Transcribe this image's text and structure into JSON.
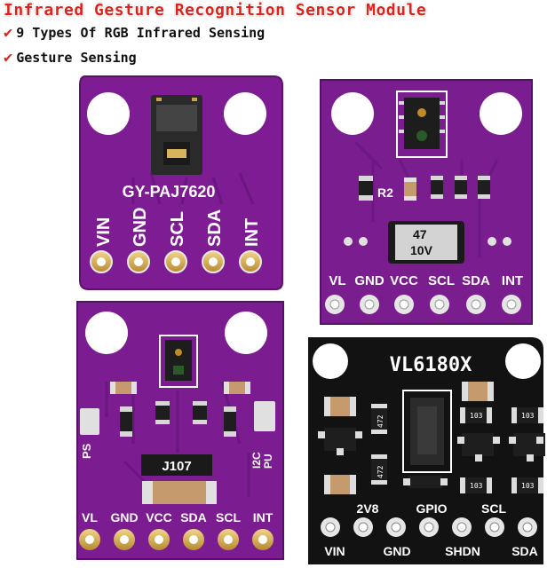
{
  "header": {
    "title": "Infrared Gesture Recognition Sensor Module",
    "features": [
      {
        "icon": "checkmark-icon",
        "text": "9 Types Of RGB Infrared Sensing"
      },
      {
        "icon": "checkmark-icon",
        "text": "Gesture Sensing"
      }
    ]
  },
  "boards": {
    "paj7620": {
      "model": "GY-PAJ7620",
      "pins": [
        "VIN",
        "GND",
        "SCL",
        "SDA",
        "INT"
      ]
    },
    "apds_top_right": {
      "silk_r2": "R2",
      "cap_value": "47",
      "cap_voltage": "10V",
      "pins": [
        "VL",
        "GND",
        "VCC",
        "SCL",
        "SDA",
        "INT"
      ]
    },
    "apds_bottom_left": {
      "jumper_label": "J107",
      "ps_label": "PS",
      "i2c_label": "I2C",
      "pu_label": "PU",
      "pins": [
        "VL",
        "GND",
        "VCC",
        "SDA",
        "SCL",
        "INT"
      ]
    },
    "vl6180x": {
      "model": "VL6180X",
      "pins_top": [
        "2V8",
        "GPIO",
        "SCL"
      ],
      "pins_bottom": [
        "VIN",
        "GND",
        "SHDN",
        "SDA"
      ],
      "marks": [
        "472",
        "472",
        "103",
        "103",
        "103",
        "103"
      ]
    }
  },
  "colors": {
    "title": "#e0221b",
    "pcb_purple": "#7a1b8f",
    "pcb_purple_dark": "#5e136f",
    "pcb_black": "#111111",
    "silkscreen": "#ffffff",
    "gold": "#c9a24a"
  }
}
